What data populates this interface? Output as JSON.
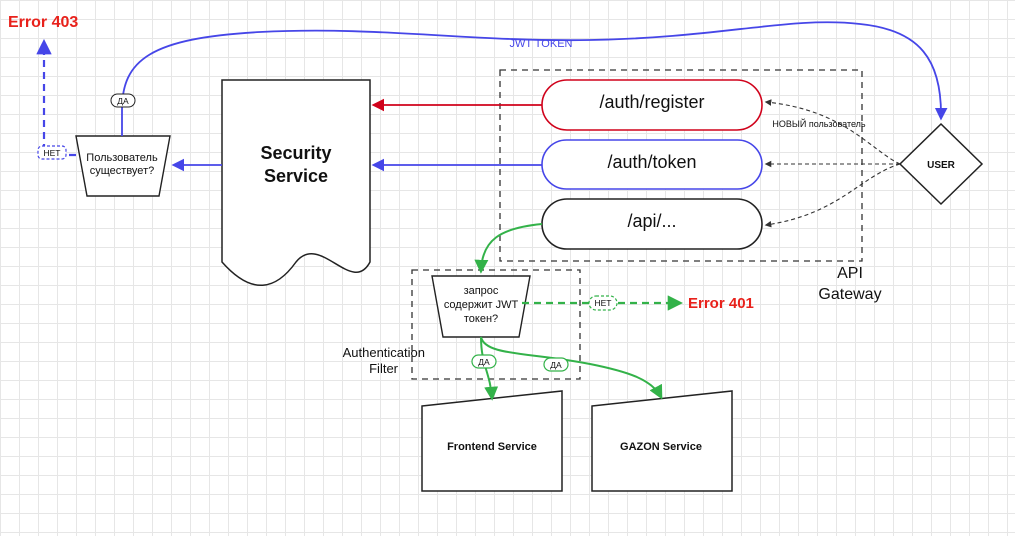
{
  "labels": {
    "error_403": "Error 403",
    "error_401": "Error 401",
    "jwt_token": "JWT TOKEN",
    "user": "USER",
    "security_service_line1": "Security",
    "security_service_line2": "Service",
    "auth_register": "/auth/register",
    "auth_token": "/auth/token",
    "api": "/api/...",
    "new_user": "НОВЫЙ пользователь",
    "api_gateway_line1": "API",
    "api_gateway_line2": "Gateway",
    "user_exists_line1": "Пользователь",
    "user_exists_line2": "существует?",
    "yes_top": "ДА",
    "no_left": "НЕТ",
    "jwt_check_line1": "запрос",
    "jwt_check_line2": "содержит JWT",
    "jwt_check_line3": "токен?",
    "no_right": "НЕТ",
    "yes_left": "ДА",
    "yes_right": "ДА",
    "auth_filter_line1": "Authentication",
    "auth_filter_line2": "Filter",
    "frontend_service": "Frontend Service",
    "gazon_service": "GAZON Service"
  },
  "colors": {
    "error": "#e8211b",
    "blue": "#4646e8",
    "red": "#d0021b",
    "green": "#33b249",
    "dark": "#222222",
    "gray": "#555555"
  }
}
